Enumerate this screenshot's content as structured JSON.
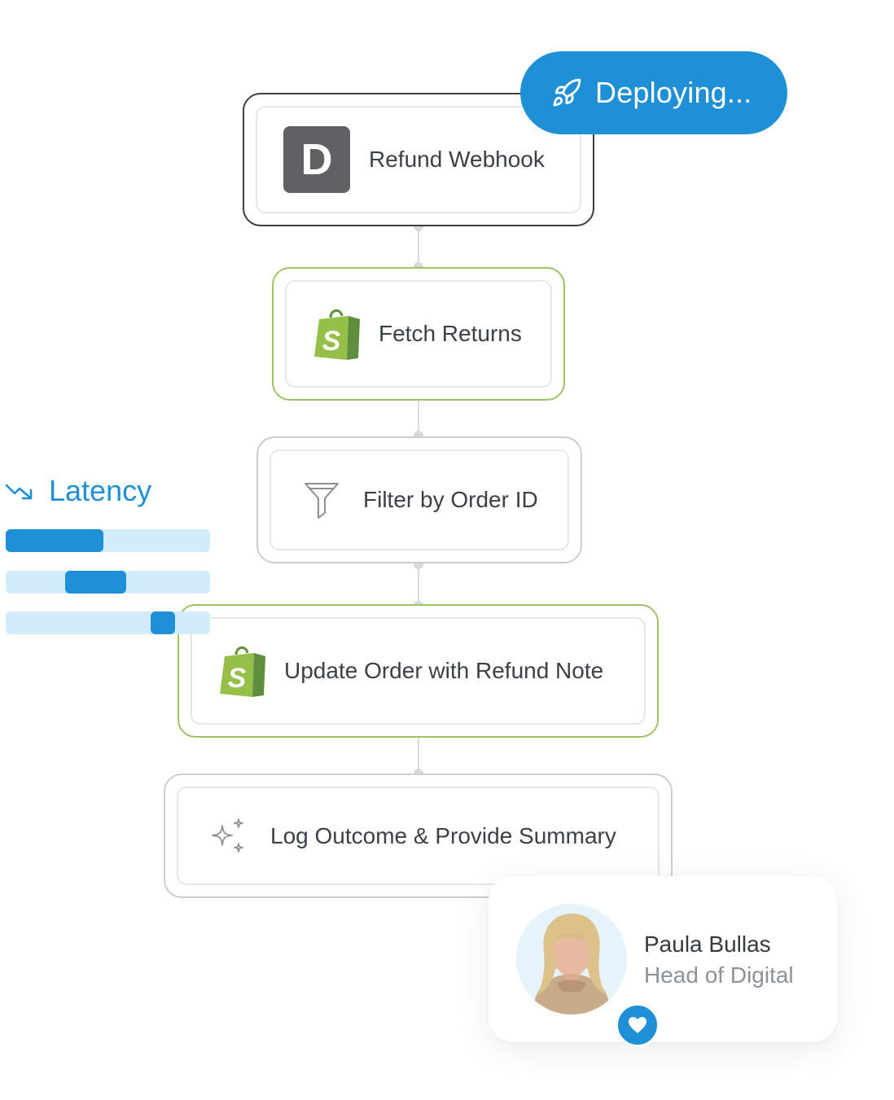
{
  "status_pill": {
    "label": "Deploying...",
    "icon": "rocket-icon",
    "color": "#1f8fd6"
  },
  "workflow": {
    "nodes": [
      {
        "label": "Refund Webhook",
        "icon": "d-app-icon",
        "style": "dark"
      },
      {
        "label": "Fetch Returns",
        "icon": "shopify-icon",
        "style": "green"
      },
      {
        "label": "Filter by Order ID",
        "icon": "filter-icon",
        "style": "grey"
      },
      {
        "label": "Update Order with Refund Note",
        "icon": "shopify-icon",
        "style": "green"
      },
      {
        "label": "Log Outcome & Provide Summary",
        "icon": "sparkle-icon",
        "style": "grey"
      }
    ],
    "d_icon_letter": "D"
  },
  "latency": {
    "title": "Latency",
    "icon": "trend-down-icon",
    "bars": [
      {
        "start": 0.0,
        "end": 0.48
      },
      {
        "start": 0.29,
        "end": 0.59
      },
      {
        "start": 0.71,
        "end": 0.83
      }
    ],
    "track_color": "#d2ecfb",
    "fill_color": "#1f8fd6"
  },
  "person": {
    "name": "Paula Bullas",
    "role": "Head of Digital",
    "badge_icon": "heart-icon"
  },
  "colors": {
    "accent": "#1f8fd6",
    "shopify_green": "#95bf47",
    "green_border": "#9cc365"
  }
}
